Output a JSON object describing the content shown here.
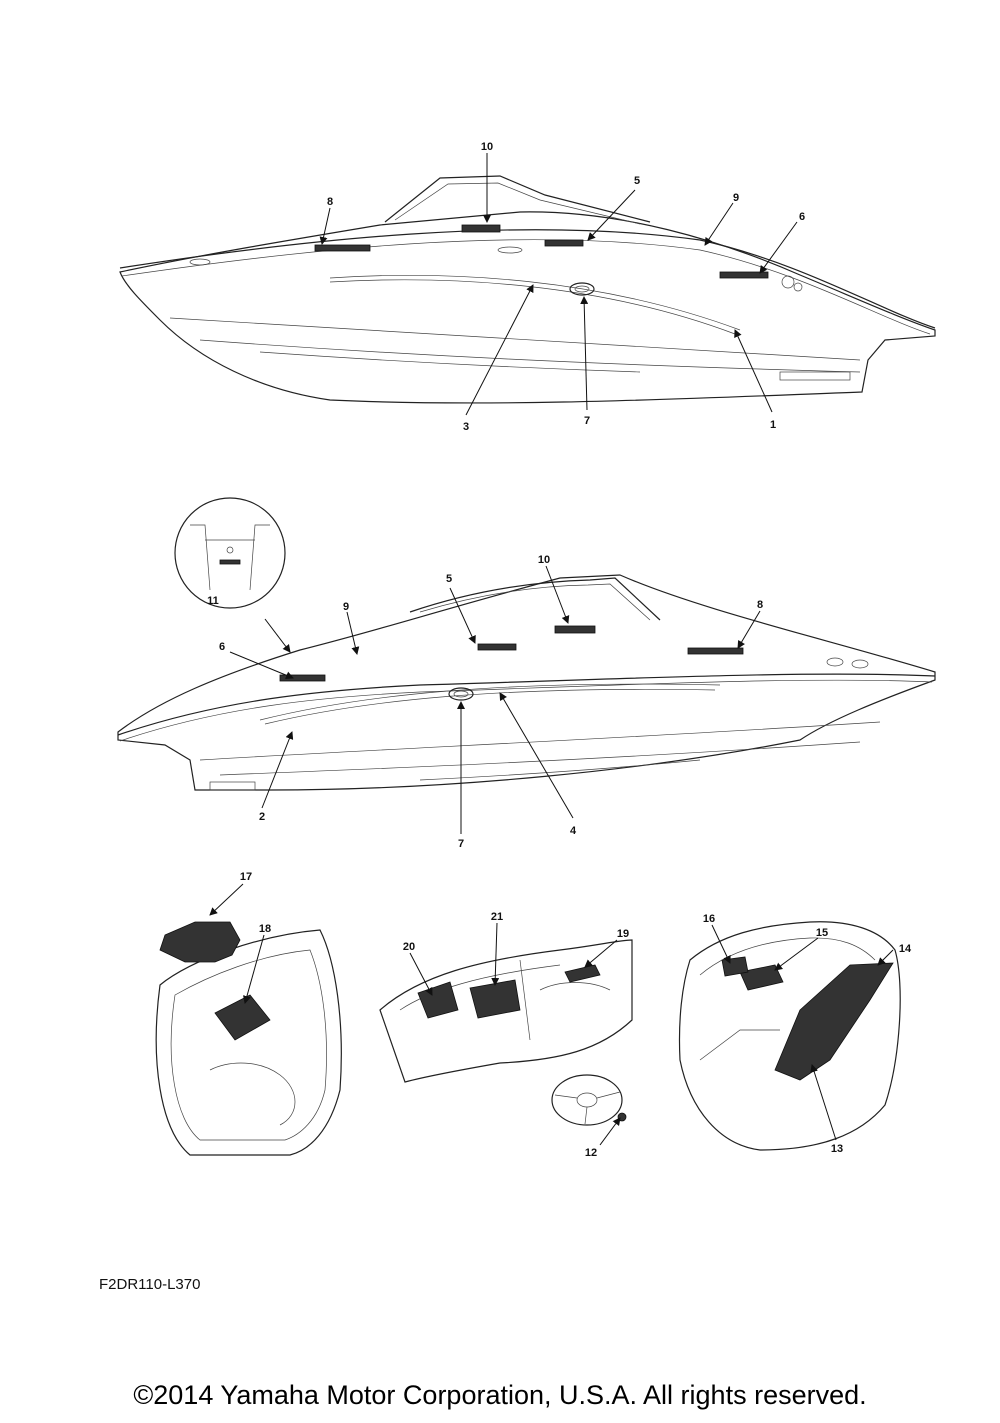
{
  "callouts": {
    "c1": "1",
    "c2": "2",
    "c3": "3",
    "c4": "4",
    "c5a": "5",
    "c5b": "5",
    "c6a": "6",
    "c6b": "6",
    "c7a": "7",
    "c7b": "7",
    "c8a": "8",
    "c8b": "8",
    "c9a": "9",
    "c9b": "9",
    "c10a": "10",
    "c10b": "10",
    "c11": "11",
    "c12": "12",
    "c13": "13",
    "c14": "14",
    "c15": "15",
    "c16": "16",
    "c17": "17",
    "c18": "18",
    "c19": "19",
    "c20": "20",
    "c21": "21"
  },
  "drawing_code": "F2DR110-L370",
  "copyright": "©2014 Yamaha Motor Corporation, U.S.A. All rights reserved."
}
